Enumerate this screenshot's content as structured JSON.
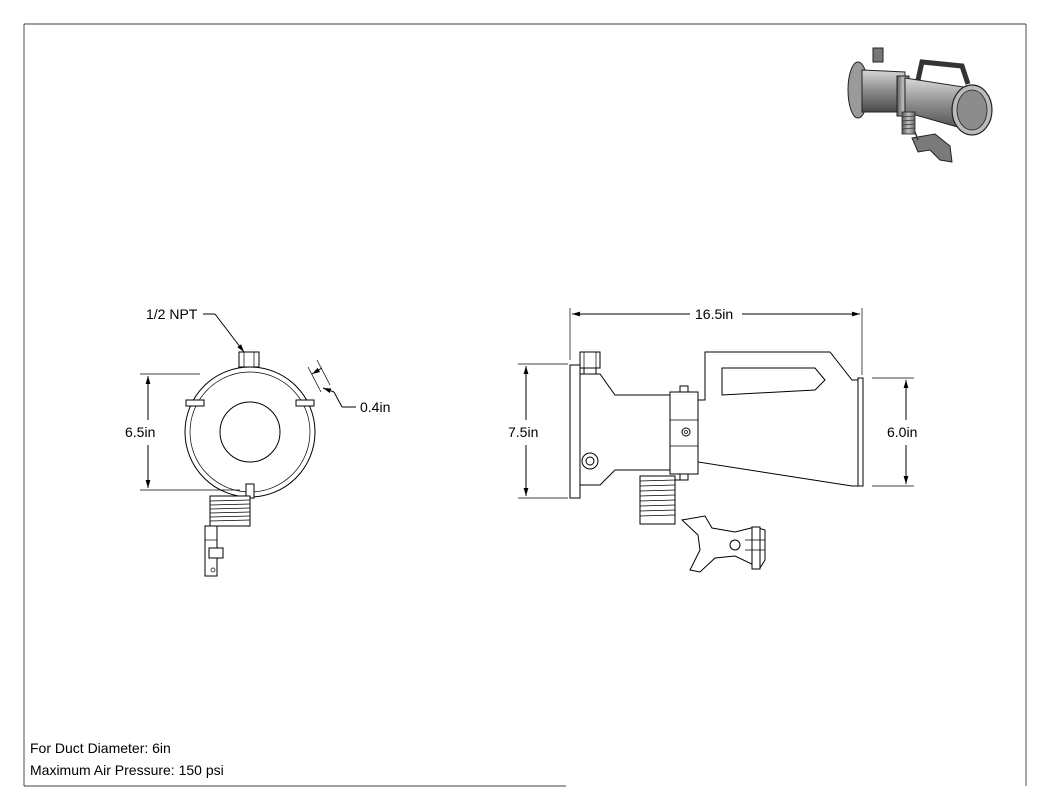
{
  "front_view": {
    "npt_label": "1/2 NPT",
    "height_label": "6.5in",
    "slot_label": "0.4in"
  },
  "side_view": {
    "length_label": "16.5in",
    "height_label": "7.5in",
    "outlet_label": "6.0in"
  },
  "notes": {
    "duct_diameter": "For Duct Diameter: 6in",
    "max_pressure": "Maximum Air Pressure: 150 psi"
  }
}
